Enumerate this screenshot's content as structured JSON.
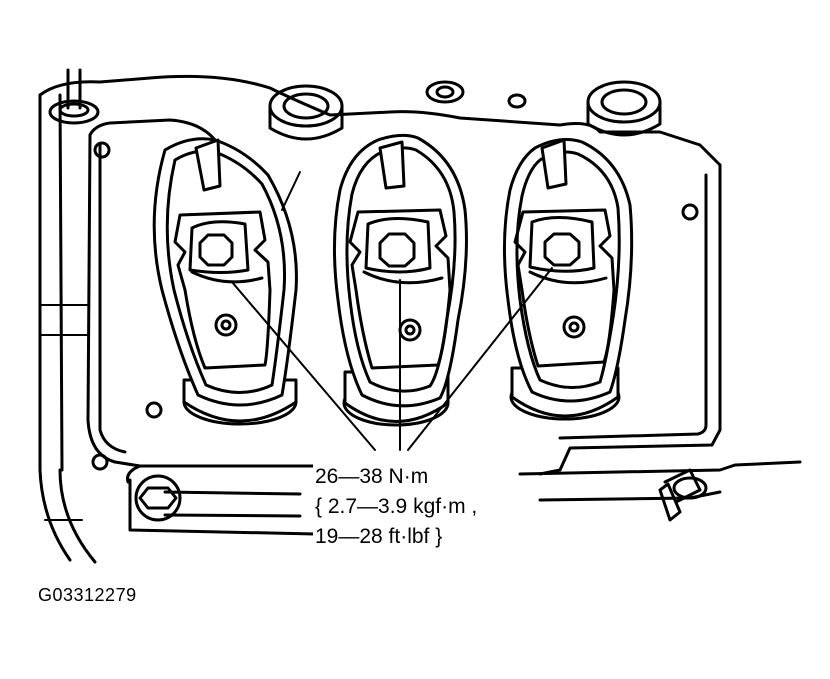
{
  "torque_spec": {
    "line1": "26—38 N·m",
    "line2": "{ 2.7—3.9 kgf·m ,",
    "line3": "19—28 ft·lbf }"
  },
  "figure_id": "G03312279"
}
